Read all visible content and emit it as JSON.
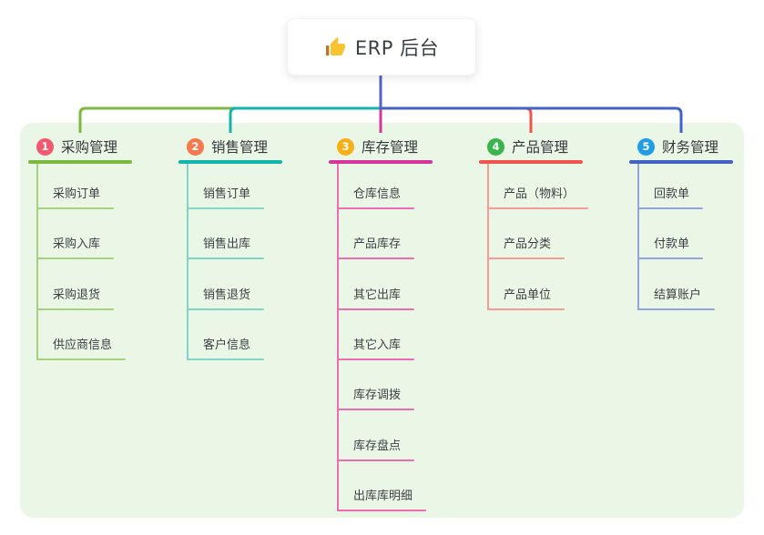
{
  "root": {
    "label": "ERP 后台",
    "icon": "thumbs-up-icon"
  },
  "canvas": {
    "background": "#ffffff",
    "panel_background": "#ebf7e6"
  },
  "trunk_color": "#5561c6",
  "branches": [
    {
      "num": "1",
      "label": "采购管理",
      "line_color": "#7cb93f",
      "child_line_color": "#a5d17f",
      "badge_color": "#f2586e",
      "children": [
        "采购订单",
        "采购入库",
        "采购退货",
        "供应商信息"
      ]
    },
    {
      "num": "2",
      "label": "销售管理",
      "line_color": "#12b5ac",
      "child_line_color": "#7fd5ca",
      "badge_color": "#f4794c",
      "children": [
        "销售订单",
        "销售出库",
        "销售退货",
        "客户信息"
      ]
    },
    {
      "num": "3",
      "label": "库存管理",
      "line_color": "#d6359c",
      "child_line_color": "#ee6cb4",
      "badge_color": "#f9b016",
      "children": [
        "仓库信息",
        "产品库存",
        "其它出库",
        "其它入库",
        "库存调拨",
        "库存盘点",
        "出库库明细"
      ]
    },
    {
      "num": "4",
      "label": "产品管理",
      "line_color": "#f0544c",
      "child_line_color": "#f59d92",
      "badge_color": "#3cb44d",
      "children": [
        "产品（物料）",
        "产品分类",
        "产品单位"
      ]
    },
    {
      "num": "5",
      "label": "财务管理",
      "line_color": "#4362c5",
      "child_line_color": "#92a5dc",
      "badge_color": "#1f9de8",
      "children": [
        "回款单",
        "付款单",
        "结算账户"
      ]
    }
  ]
}
